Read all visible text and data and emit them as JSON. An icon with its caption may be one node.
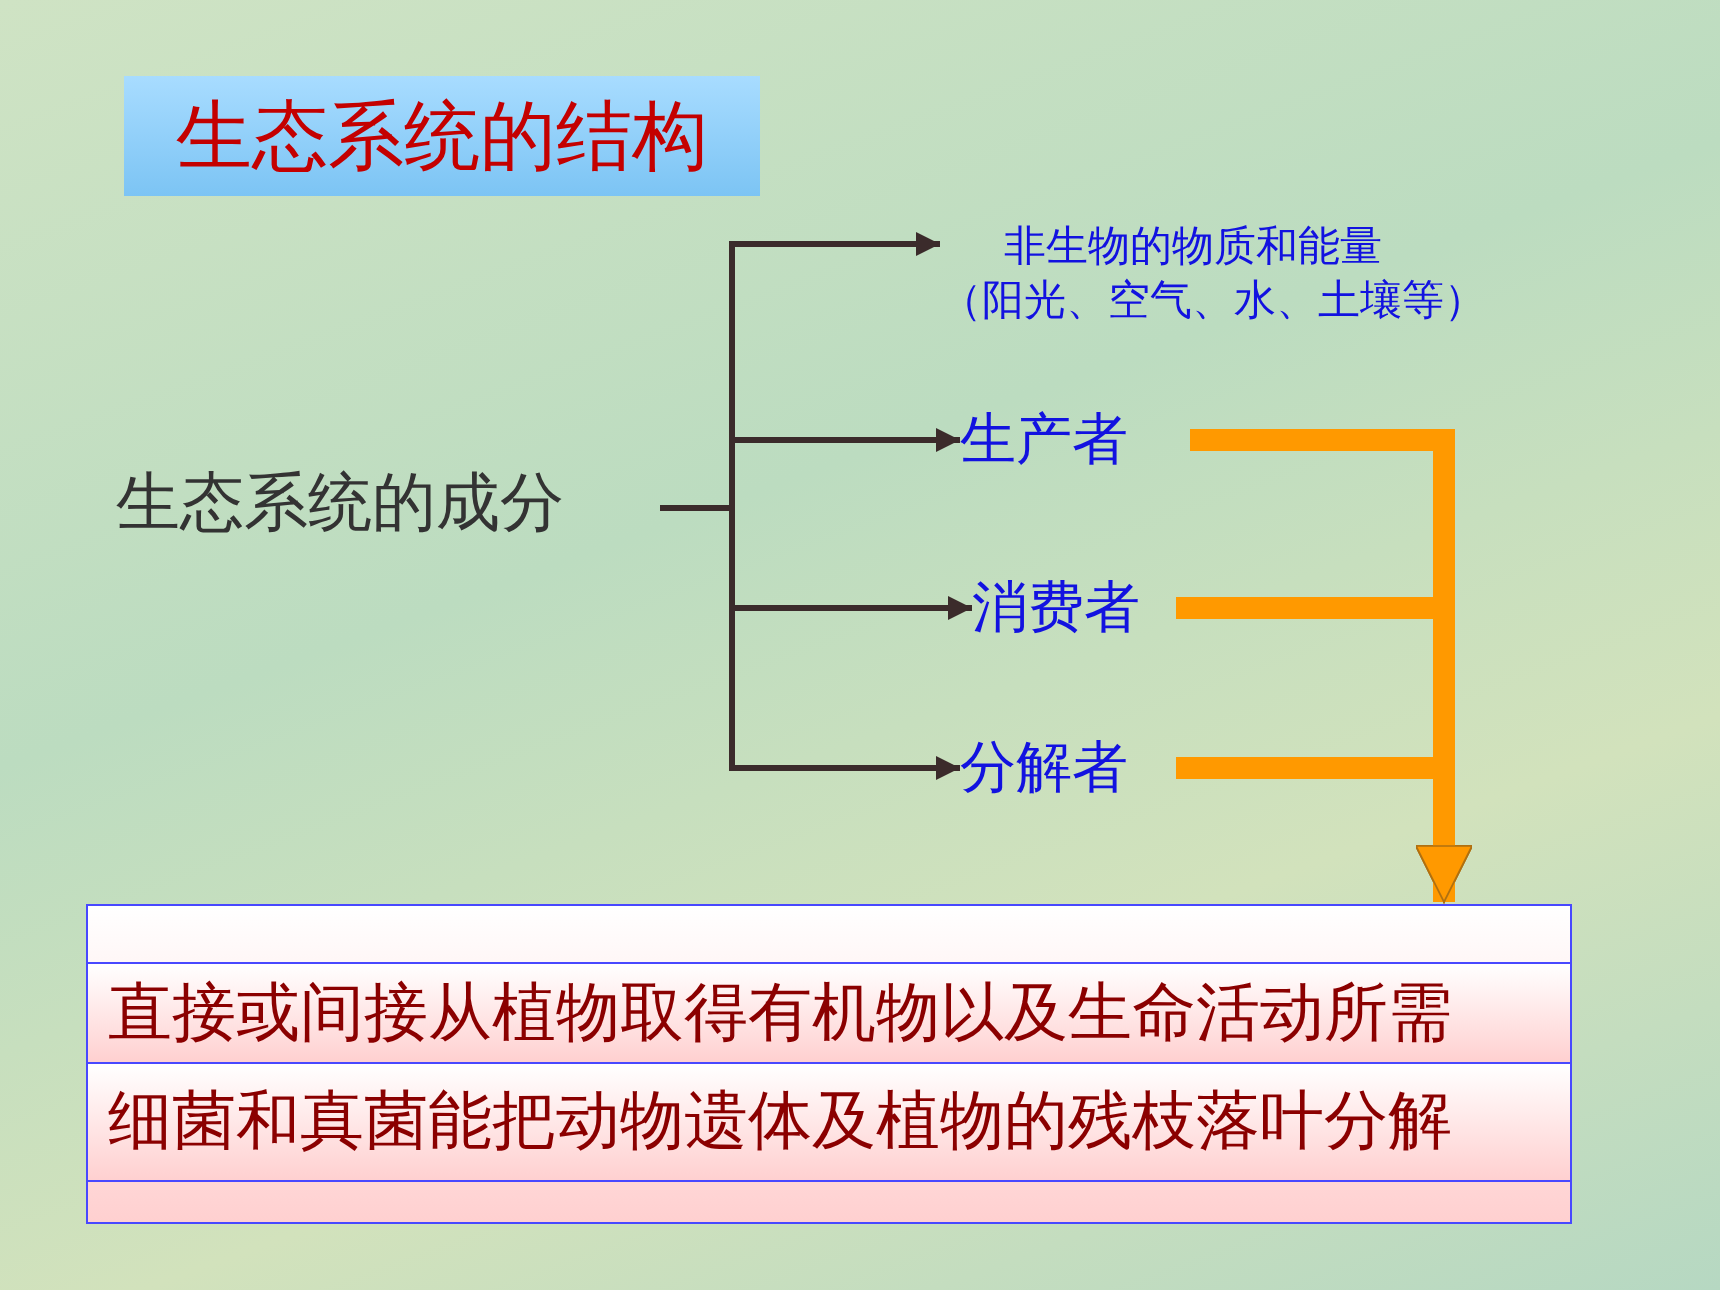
{
  "diagram": {
    "title": "生态系统的结构",
    "nodes": [
      {
        "text": [
          "生态系统的成分"
        ]
      },
      {
        "text": [
          "非生物的物质和能量",
          "（阳光、空气、水、土壤等）"
        ]
      },
      {
        "text": [
          "生产者"
        ]
      },
      {
        "text": [
          "消费者"
        ]
      },
      {
        "text": [
          "分解者"
        ]
      },
      {
        "text": [],
        "shape": "box"
      },
      {
        "text": [
          "直接或间接从植物取得有机物以及生命活动所需"
        ],
        "in": 5
      },
      {
        "text": [
          "细菌和真菌能把动物遗体及植物的残枝落叶分解"
        ],
        "in": 5
      }
    ],
    "edges": [
      {
        "from": 0,
        "to": 1,
        "arrow": "to"
      },
      {
        "from": 0,
        "to": 2,
        "arrow": "to"
      },
      {
        "from": 0,
        "to": 3,
        "arrow": "to"
      },
      {
        "from": 0,
        "to": 4,
        "arrow": "to"
      },
      {
        "from": 2,
        "to": 5,
        "arrow": "to",
        "style": "thick",
        "color": "#ff9900"
      },
      {
        "from": 3,
        "to": 5,
        "arrow": "to",
        "style": "thick",
        "color": "#ff9900"
      },
      {
        "from": 4,
        "to": 5,
        "arrow": "to",
        "style": "thick",
        "color": "#ff9900"
      }
    ]
  }
}
